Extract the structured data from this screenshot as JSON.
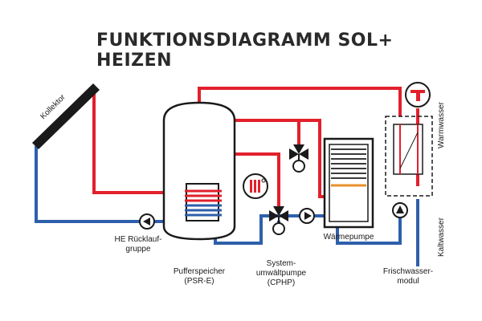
{
  "title": {
    "line1": "FUNKTIONSDIAGRAMM SOL+",
    "line2": "HEIZEN"
  },
  "labels": {
    "collector": "Kollektor",
    "he_return_group_line1": "HE Rücklauf-",
    "he_return_group_line2": "gruppe",
    "buffer_tank_line1": "Pufferspeicher",
    "buffer_tank_line2": "(PSR-E)",
    "system_pump_line1": "System-",
    "system_pump_line2": "umwältpumpe",
    "system_pump_line3": "(CPHP)",
    "heat_pump": "Wärmepumpe",
    "fresh_water_line1": "Frischwasser-",
    "fresh_water_line2": "modul",
    "warm_water": "Warmwasser",
    "cold_water": "Kaltwasser"
  },
  "colors": {
    "hot_line": "#e2202c",
    "cold_line": "#2e5fab",
    "outline": "#1a1a1a"
  }
}
